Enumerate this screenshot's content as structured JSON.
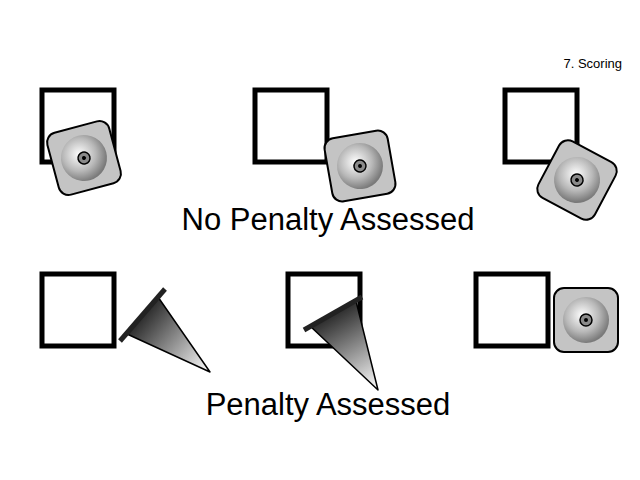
{
  "diagram": {
    "labels": [
      "7. Scoring",
      "No Penalty Assessed",
      "Penalty Assessed"
    ]
  }
}
